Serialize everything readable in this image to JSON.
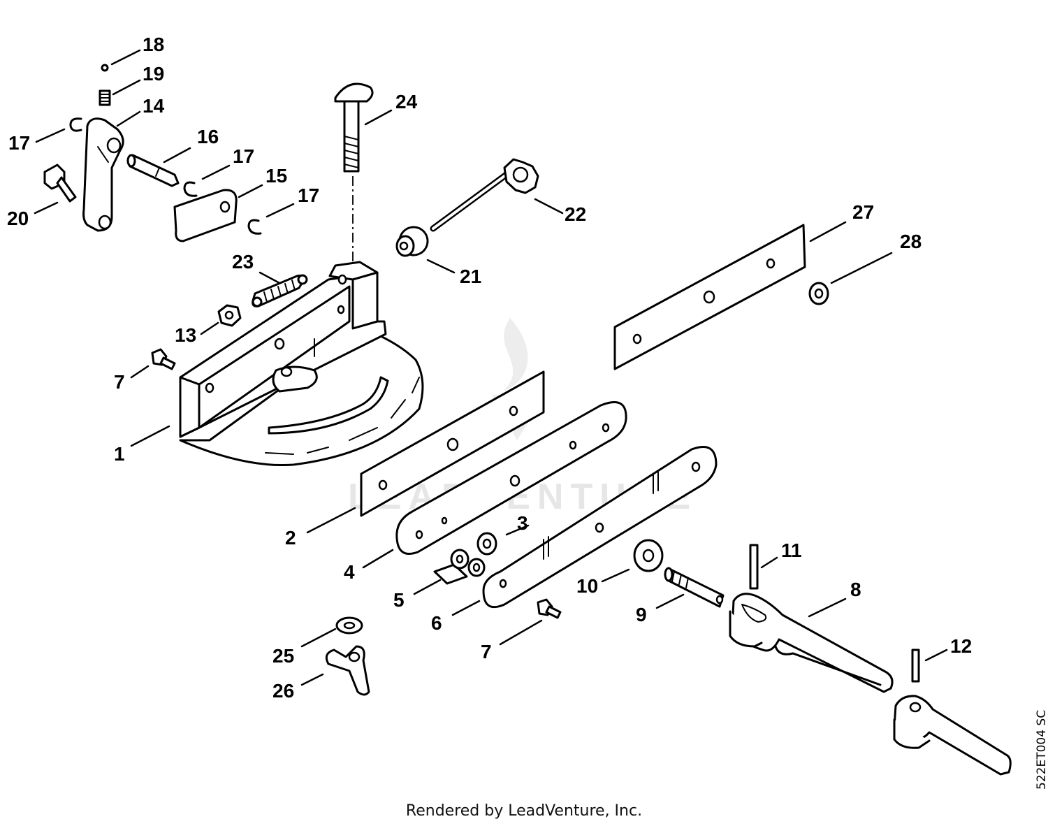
{
  "diagram": {
    "callouts": [
      {
        "id": "c18",
        "label": "18"
      },
      {
        "id": "c19",
        "label": "19"
      },
      {
        "id": "c14",
        "label": "14"
      },
      {
        "id": "c17a",
        "label": "17"
      },
      {
        "id": "c16",
        "label": "16"
      },
      {
        "id": "c17b",
        "label": "17"
      },
      {
        "id": "c20",
        "label": "20"
      },
      {
        "id": "c15",
        "label": "15"
      },
      {
        "id": "c17c",
        "label": "17"
      },
      {
        "id": "c24",
        "label": "24"
      },
      {
        "id": "c22",
        "label": "22"
      },
      {
        "id": "c21",
        "label": "21"
      },
      {
        "id": "c23",
        "label": "23"
      },
      {
        "id": "c13",
        "label": "13"
      },
      {
        "id": "c7a",
        "label": "7"
      },
      {
        "id": "c1",
        "label": "1"
      },
      {
        "id": "c27",
        "label": "27"
      },
      {
        "id": "c28",
        "label": "28"
      },
      {
        "id": "c2",
        "label": "2"
      },
      {
        "id": "c3",
        "label": "3"
      },
      {
        "id": "c4",
        "label": "4"
      },
      {
        "id": "c5",
        "label": "5"
      },
      {
        "id": "c6",
        "label": "6"
      },
      {
        "id": "c10",
        "label": "10"
      },
      {
        "id": "c11",
        "label": "11"
      },
      {
        "id": "c8",
        "label": "8"
      },
      {
        "id": "c9",
        "label": "9"
      },
      {
        "id": "c7b",
        "label": "7"
      },
      {
        "id": "c12",
        "label": "12"
      },
      {
        "id": "c25",
        "label": "25"
      },
      {
        "id": "c26",
        "label": "26"
      }
    ],
    "watermark": "LEADVENTURE",
    "drawing_code": "522ET004 SC",
    "footer": "Rendered by LeadVenture, Inc."
  }
}
